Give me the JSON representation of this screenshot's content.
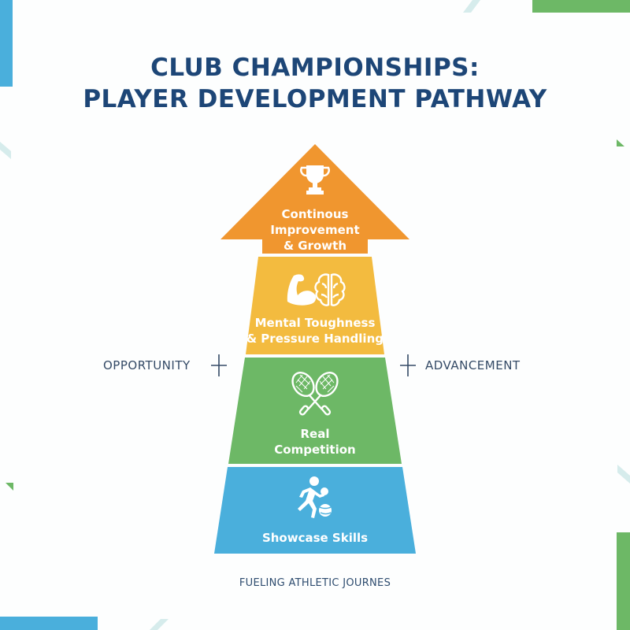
{
  "title": {
    "line1": "CLUB CHAMPIONSHIPS:",
    "line2": "PLAYER DEVELOPMENT PATHWAY"
  },
  "pyramid": {
    "tiers": [
      {
        "id": "top",
        "label_line1": "Continous",
        "label_line2": "Improvement",
        "label_line3": "& Growth",
        "icon": "trophy-icon",
        "color": "#f0962f"
      },
      {
        "id": "upper",
        "label_line1": "Mental Toughness",
        "label_line2": "& Pressure Handling",
        "icon": "muscle-brain-icon",
        "color": "#f3bb3f"
      },
      {
        "id": "middle",
        "label_line1": "Real",
        "label_line2": "Competition",
        "icon": "crossed-rackets-icon",
        "color": "#6db866"
      },
      {
        "id": "base",
        "label_line1": "Showcase Skills",
        "icon": "athlete-ball-icon",
        "color": "#4aafdc"
      }
    ]
  },
  "side_labels": {
    "left": "OPPORTUNITY",
    "right": "ADVANCEMENT"
  },
  "footer": "FUELING ATHLETIC JOURNES",
  "colors": {
    "title": "#1d4677",
    "accent_blue": "#4aafdc",
    "accent_green": "#6db866",
    "accent_teal_light": "#d6ecec"
  }
}
